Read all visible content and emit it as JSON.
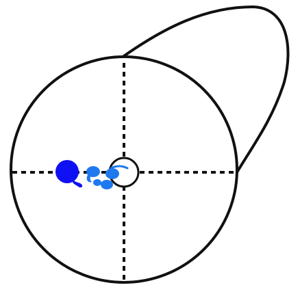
{
  "colors": {
    "background": "#ffffff",
    "outline": "#111111",
    "dark_blue_mark": "#1010f5",
    "light_blue_marks": "#1e78f0"
  },
  "elements": {
    "outer_shape": "lobed-outline",
    "main_circle": "circle-outline",
    "center_ring": "small-circle",
    "crosshair": "dashed-crosshair",
    "marks": [
      "dark-blue-dot",
      "light-blue-dot-cluster"
    ]
  }
}
